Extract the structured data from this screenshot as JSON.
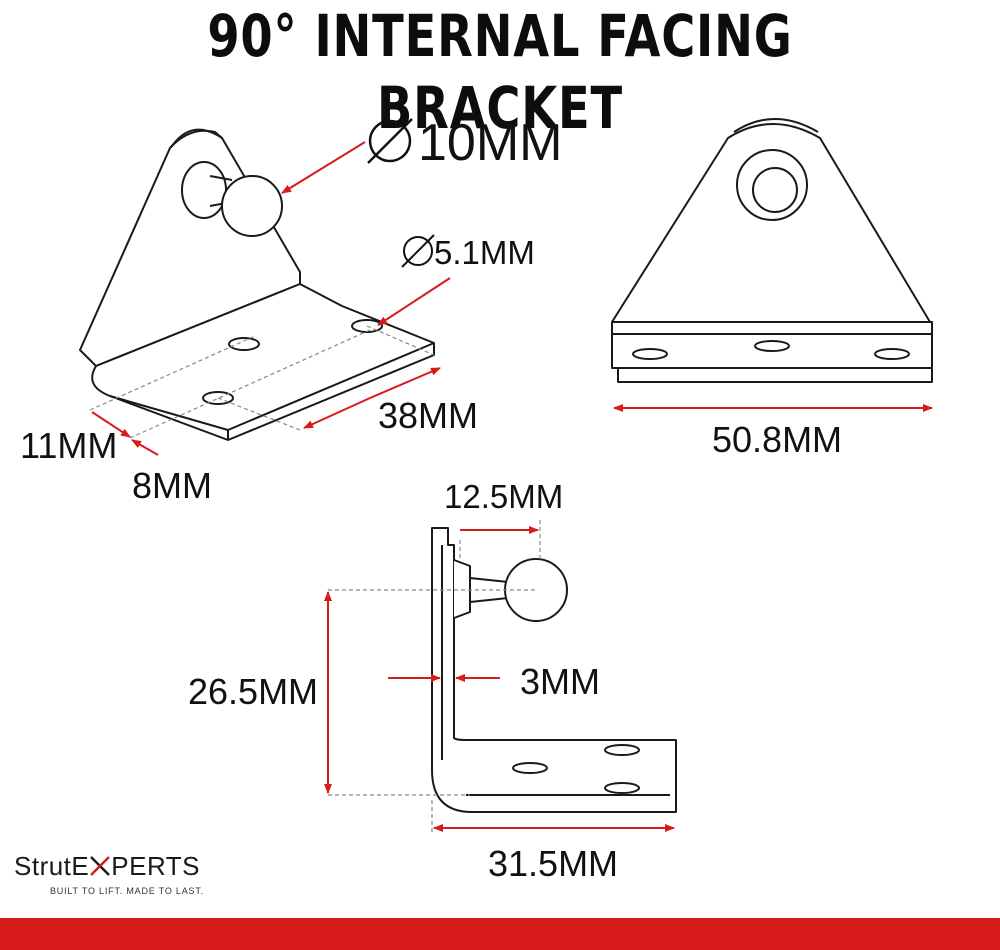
{
  "title": "90° INTERNAL FACING BRACKET",
  "colors": {
    "accent": "#d71a1a",
    "line": "#1a1a1a",
    "dash": "#888888"
  },
  "dimensions": {
    "ball_diameter": "10MM",
    "hole_diameter": "5.1MM",
    "base_edge_offset": "11MM",
    "hole_spacing": "8MM",
    "base_depth": "38MM",
    "base_width": "50.8MM",
    "stud_length": "12.5MM",
    "thickness": "3MM",
    "ball_height": "26.5MM",
    "foot_length": "31.5MM"
  },
  "brand": {
    "name_prefix": "Strut",
    "name_mark": "X",
    "name_e": "E",
    "name_suffix": "PERTS",
    "tagline": "BUILT TO LIFT. MADE TO LAST."
  }
}
